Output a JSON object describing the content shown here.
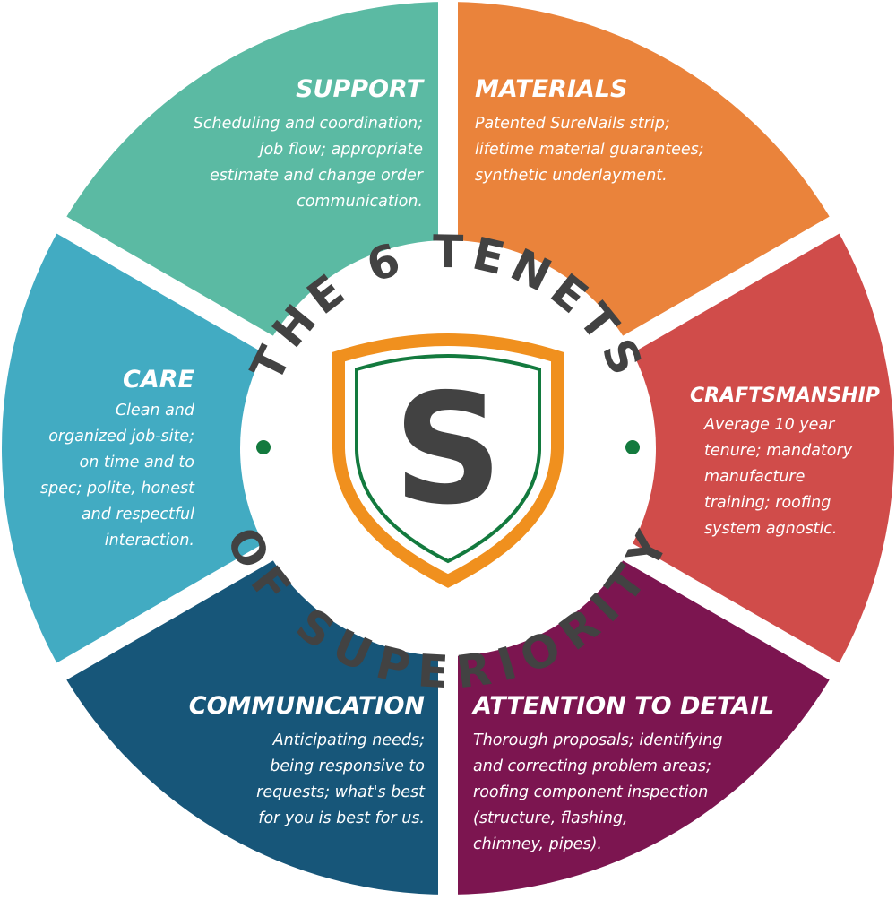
{
  "hub": {
    "arc_top": "THE 6 TENETS",
    "arc_bottom": "OF SUPERIORITY",
    "logo_letter": "S"
  },
  "tenets": {
    "support": {
      "title": "SUPPORT",
      "description": "Scheduling and coordination;\njob flow; appropriate\nestimate and change order\ncommunication."
    },
    "materials": {
      "title": "MATERIALS",
      "description": "Patented SureNails strip;\nlifetime material guarantees;\nsynthetic underlayment."
    },
    "craftsmanship": {
      "title": "CRAFTSMANSHIP",
      "description": "Average 10 year\ntenure; mandatory\nmanufacture\ntraining; roofing\nsystem agnostic."
    },
    "attention_to_detail": {
      "title": "ATTENTION TO DETAIL",
      "description": "Thorough proposals; identifying\nand correcting problem areas;\nroofing component inspection\n(structure, flashing,\nchimney, pipes)."
    },
    "communication": {
      "title": "COMMUNICATION",
      "description": "Anticipating needs;\nbeing responsive to\nrequests; what's best\nfor you is best for us."
    },
    "care": {
      "title": "CARE",
      "description": "Clean and\norganized job-site;\non time and to\nspec; polite,  honest\nand respectful\ninteraction."
    }
  },
  "colors": {
    "support": "#5bbaa3",
    "materials": "#ea833b",
    "craftsmanship": "#d04c4a",
    "attention_to_detail": "#7c1550",
    "communication": "#175679",
    "care": "#42abc2",
    "hub_text": "#424242",
    "shield_orange": "#f0901e",
    "shield_green": "#137a3e",
    "dot_green": "#137a3e"
  }
}
